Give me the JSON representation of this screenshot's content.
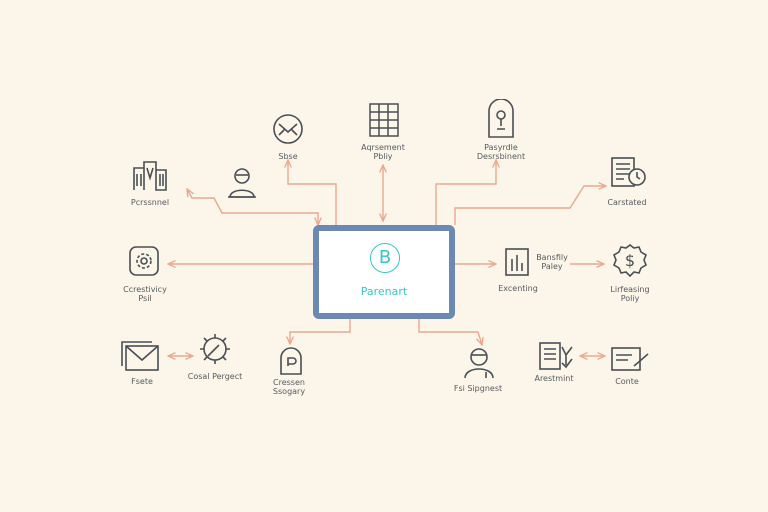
{
  "hub": {
    "title": "Parenart",
    "mark": "B"
  },
  "colors": {
    "background": "#fbf6e9",
    "hub_frame": "#6c89b3",
    "hub_accent": "#38c6c1",
    "connector": "#e8a88f",
    "icon": "#4a4f56"
  },
  "nodes": [
    {
      "id": "sbse",
      "label": "Sbse",
      "icon": "envelope-circle-icon"
    },
    {
      "id": "agreement",
      "label": "Aqrsement\nPbliy",
      "icon": "grid-calendar-icon"
    },
    {
      "id": "pasyrdle",
      "label": "Pasyrdle\nDesrsbinent",
      "icon": "lock-device-icon"
    },
    {
      "id": "personnel",
      "label": "Pcrssnnel",
      "icon": "user-desk-icon"
    },
    {
      "id": "office",
      "label": "",
      "icon": "office-building-icon"
    },
    {
      "id": "carstated",
      "label": "Carstated",
      "icon": "document-clock-icon"
    },
    {
      "id": "carestivity",
      "label": "Ccrestivicy\nPsil",
      "icon": "settings-gear-icon"
    },
    {
      "id": "excenting",
      "label": "Excenting",
      "icon": "bar-chart-icon"
    },
    {
      "id": "bansfily",
      "label": "Bansfily\nPaley",
      "icon": ""
    },
    {
      "id": "linfeasing",
      "label": "Lirfeasing\nPoliy",
      "icon": "dollar-circle-icon"
    },
    {
      "id": "fsete",
      "label": "Fsete",
      "icon": "mail-icon"
    },
    {
      "id": "cosal",
      "label": "Cosal Pergect",
      "icon": "wrench-gear-icon"
    },
    {
      "id": "cressen",
      "label": "Cressen\nSsogary",
      "icon": "lock-shield-icon"
    },
    {
      "id": "fsi",
      "label": "Fsi Sipgnest",
      "icon": "user-support-icon"
    },
    {
      "id": "aresmint",
      "label": "Arestmint",
      "icon": "checklist-icon"
    },
    {
      "id": "conte",
      "label": "Conte",
      "icon": "pen-note-icon"
    }
  ]
}
